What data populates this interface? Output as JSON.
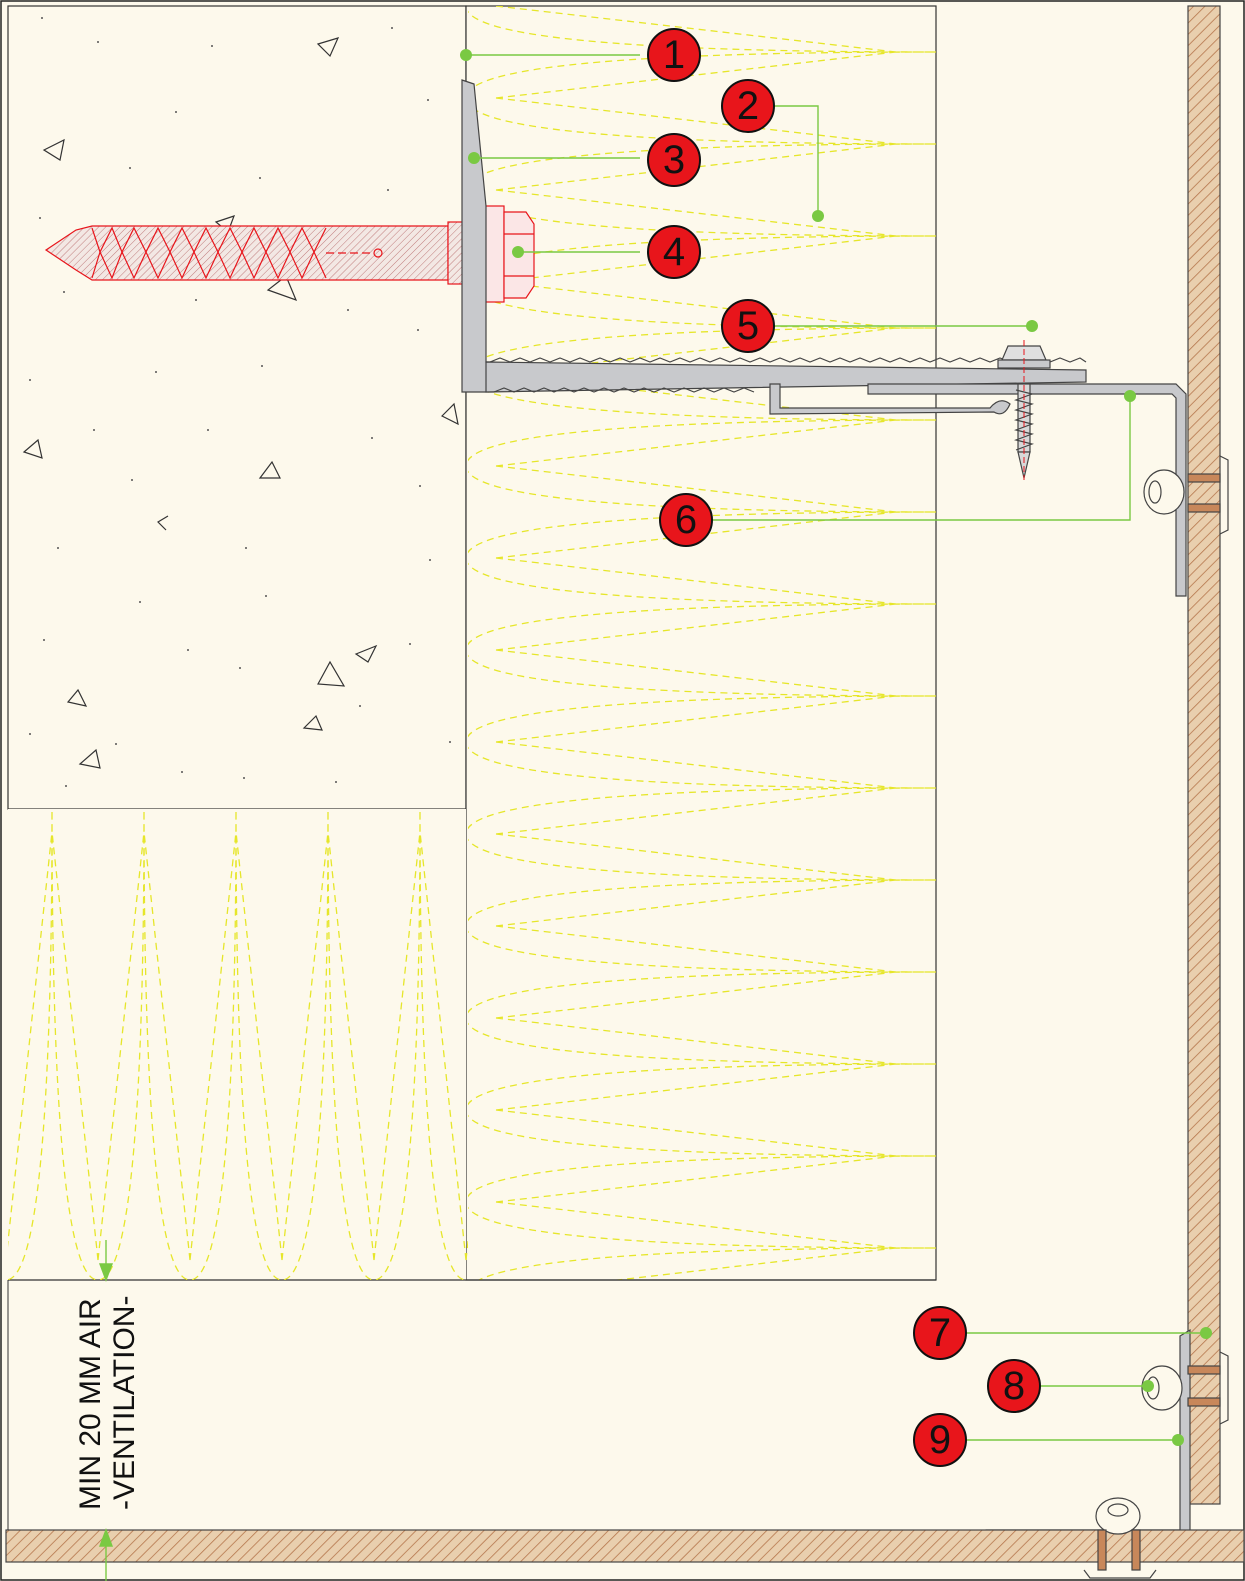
{
  "callouts": [
    {
      "label": "1"
    },
    {
      "label": "2"
    },
    {
      "label": "3"
    },
    {
      "label": "4"
    },
    {
      "label": "5"
    },
    {
      "label": "6"
    },
    {
      "label": "7"
    },
    {
      "label": "8"
    },
    {
      "label": "9"
    }
  ],
  "ventilation": {
    "line1": "MIN 20 MM AIR",
    "line2": "-VENTILATION-"
  },
  "colors": {
    "background": "#fdf9ec",
    "callout_fill": "#e8151b",
    "leader": "#7ac943",
    "insulation": "#e6e62a",
    "anchor": "#e8151b",
    "profile": "#c8c9cc",
    "cladding": "#c8875a"
  }
}
